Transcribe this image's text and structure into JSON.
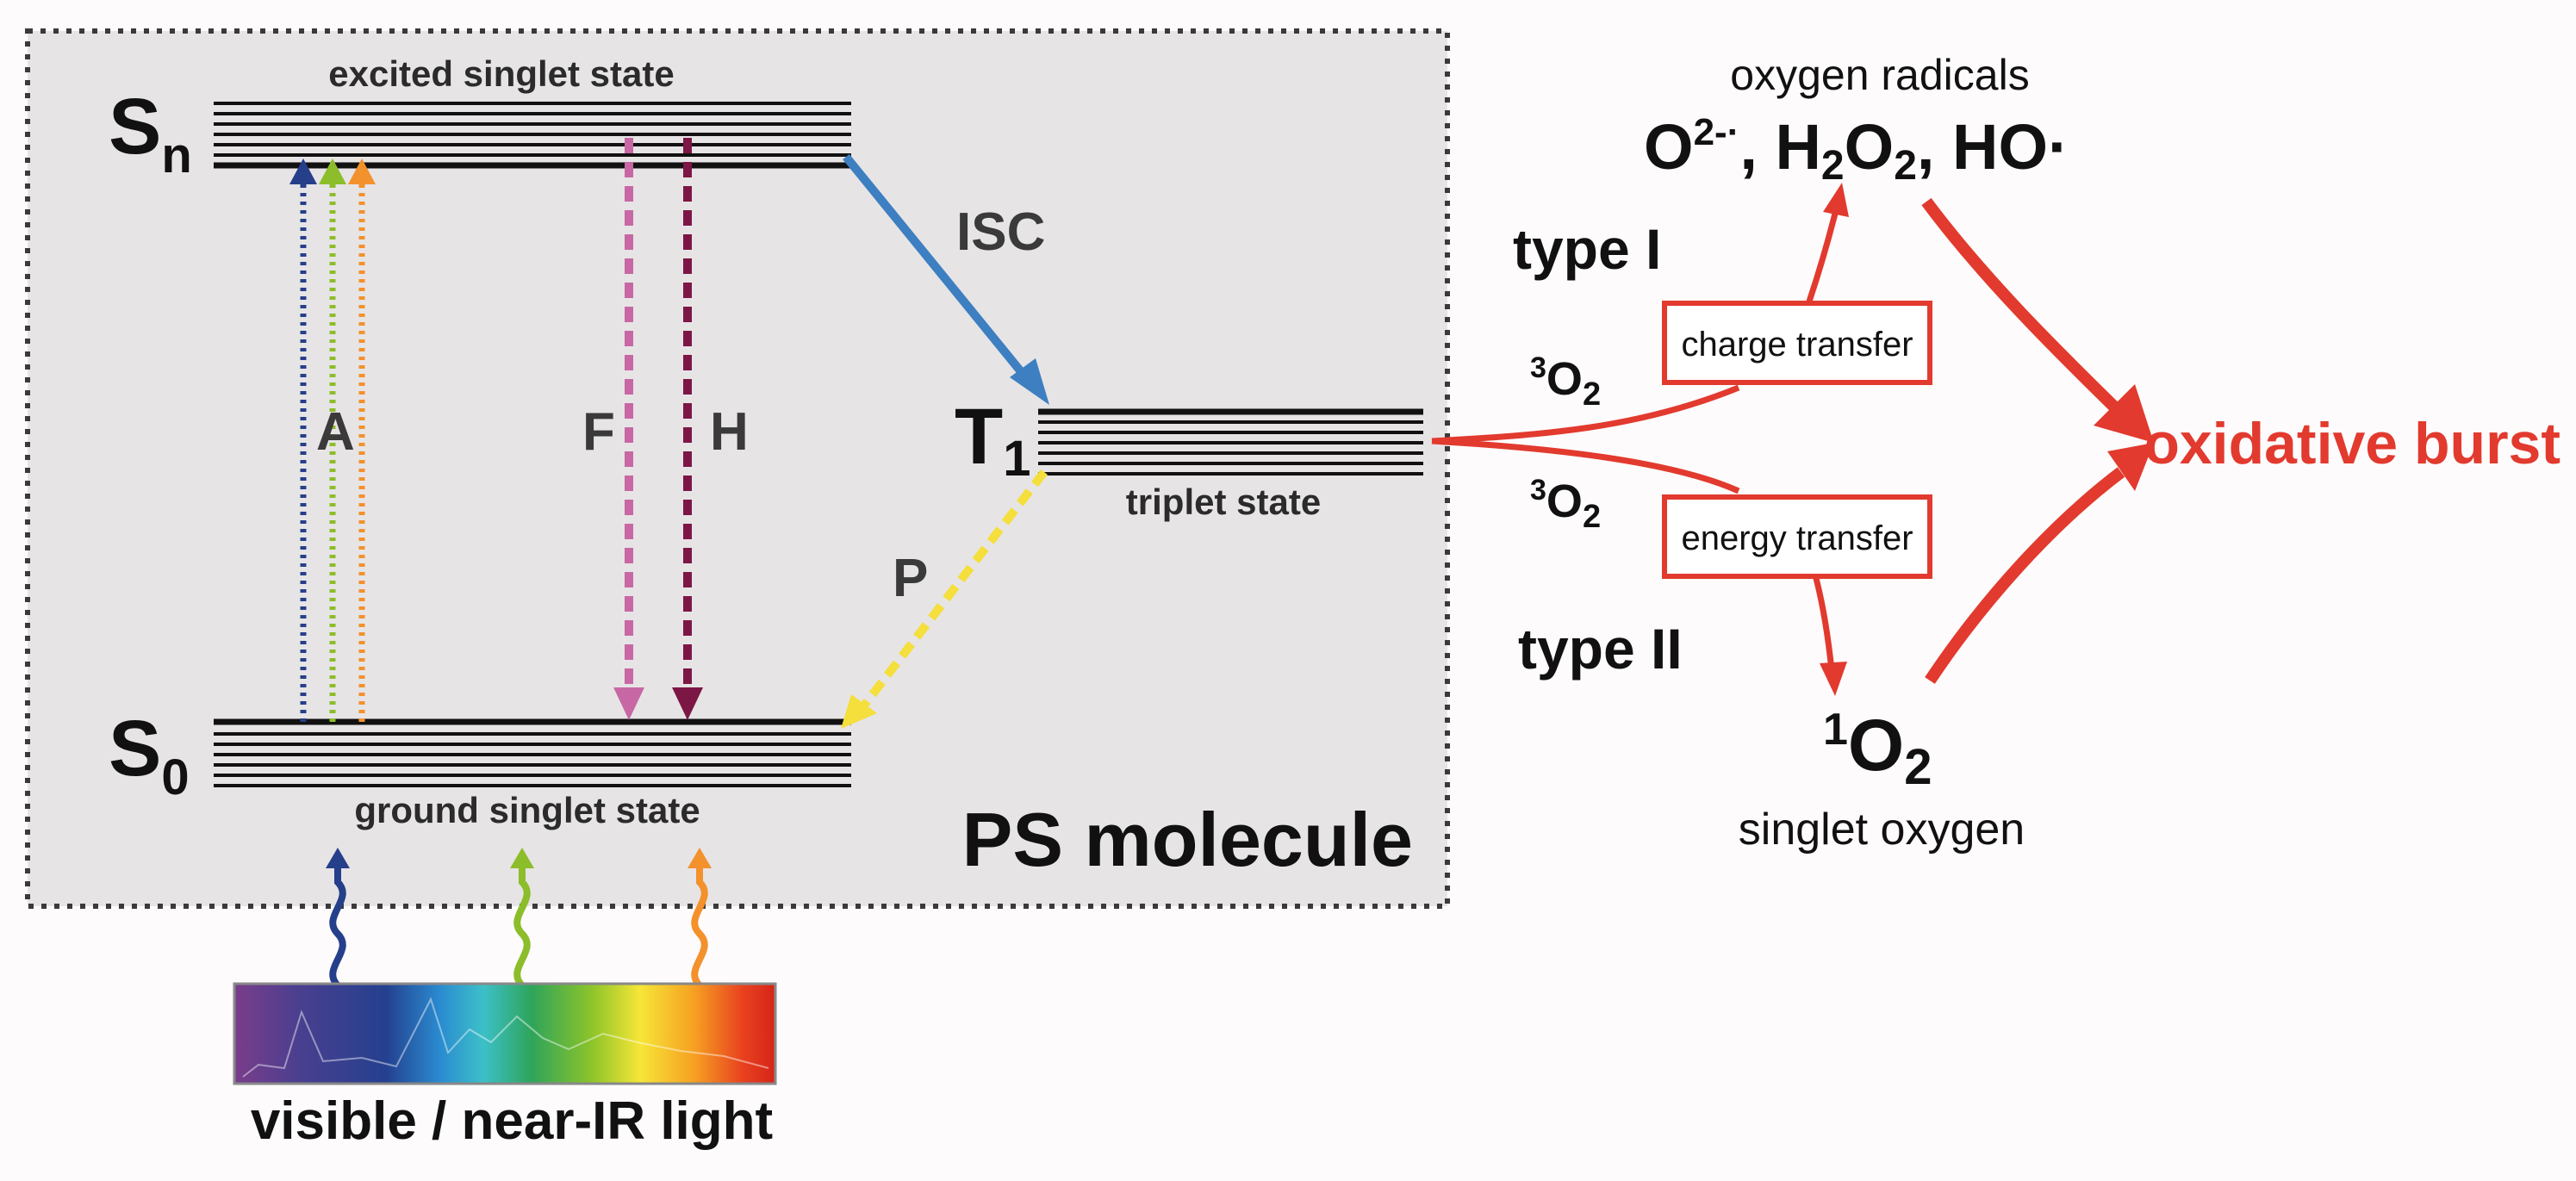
{
  "box_label": "PS molecule",
  "levels": {
    "sn": {
      "symbol": "S",
      "sub": "n",
      "name": "excited singlet state"
    },
    "s0": {
      "symbol": "S",
      "sub": "0",
      "name": "ground singlet state"
    },
    "t1": {
      "symbol": "T",
      "sub": "1",
      "name": "triplet state"
    }
  },
  "transitions": {
    "absorption": "A",
    "fluorescence": "F",
    "heat": "H",
    "phosphorescence": "P",
    "isc": "ISC"
  },
  "light": {
    "label": "visible / near-IR light"
  },
  "reactions": {
    "type1": "type I",
    "type2": "type II",
    "o2_ground": {
      "sup": "3",
      "base": "O",
      "sub": "2"
    },
    "charge_transfer": "charge transfer",
    "energy_transfer": "energy transfer",
    "radicals_title": "oxygen radicals",
    "radicals": {
      "o_base": "O",
      "o_sup": "2-·",
      "sep1": ", ",
      "h2o2_a": "H",
      "h2o2_sub1": "2",
      "h2o2_b": "O",
      "h2o2_sub2": "2",
      "sep2": ", ",
      "ho": "HO·"
    },
    "singlet": {
      "sup": "1",
      "base": "O",
      "sub": "2"
    },
    "singlet_label": "singlet oxygen",
    "burst": "oxidative burst"
  },
  "colors": {
    "red": "#e23a2e",
    "isc_blue": "#3d7fc0",
    "navy": "#263f8a",
    "green": "#8cbd2a",
    "orange": "#f3912c",
    "pink": "#c768a4",
    "maroon": "#7c1645",
    "yellow": "#f4df3c",
    "box_fill": "#e7e4e6"
  }
}
